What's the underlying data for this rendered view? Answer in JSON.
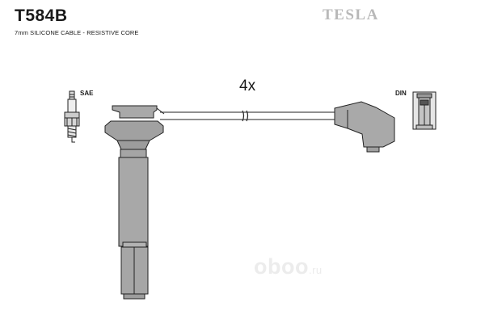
{
  "header": {
    "part_number": "T584B",
    "subtitle": "7mm SILICONE CABLE - RESISTIVE CORE",
    "brand": "TESLA"
  },
  "diagram": {
    "quantity": "4x",
    "left_connector_label": "SAE",
    "right_connector_label": "DIN"
  },
  "watermark": {
    "name": "oboo",
    "tld": ".ru"
  }
}
